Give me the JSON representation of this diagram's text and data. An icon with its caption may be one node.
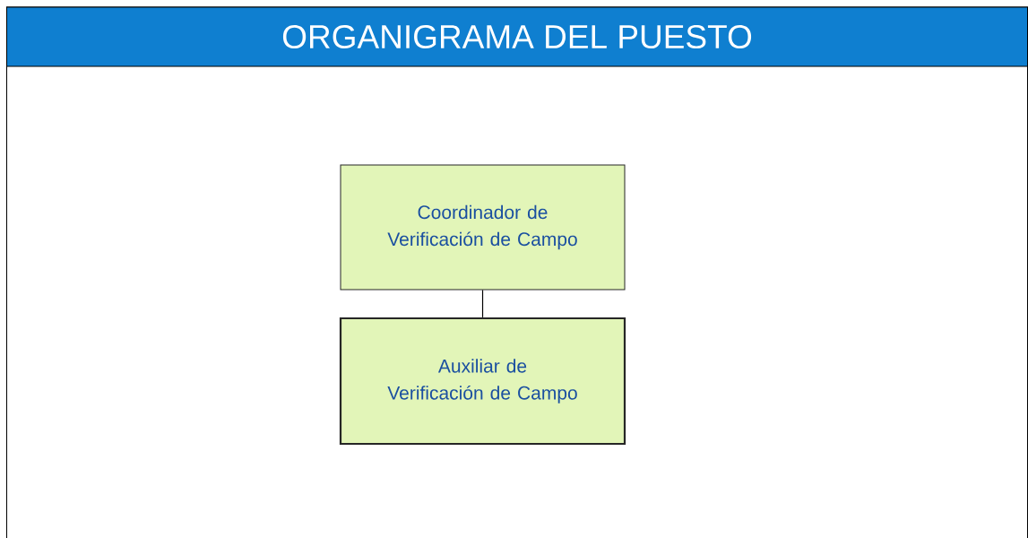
{
  "diagram": {
    "title": "ORGANIGRAMA DEL PUESTO",
    "nodes": [
      {
        "text": [
          "Coordinador de Verificación de Campo"
        ]
      },
      {
        "text": [
          "Auxiliar de Verificación de Campo"
        ]
      }
    ],
    "edges": [
      {
        "from": 0,
        "to": 1,
        "arrow": "none"
      }
    ]
  }
}
